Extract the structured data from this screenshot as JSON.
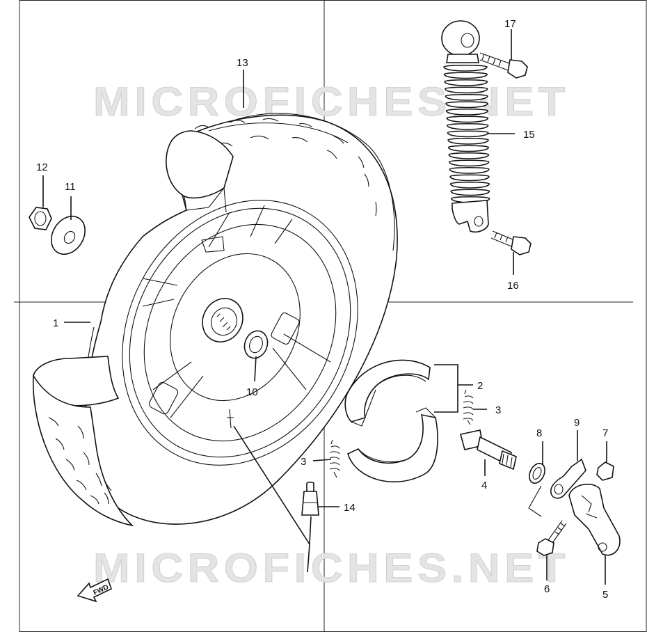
{
  "watermarks": [
    "MICROFICHES.NET",
    "MICROFICHES.NET"
  ],
  "direction_tag": "FWD",
  "callouts": [
    "1",
    "2",
    "3",
    "3",
    "4",
    "5",
    "6",
    "7",
    "8",
    "9",
    "10",
    "11",
    "12",
    "13",
    "14",
    "15",
    "16",
    "17"
  ]
}
